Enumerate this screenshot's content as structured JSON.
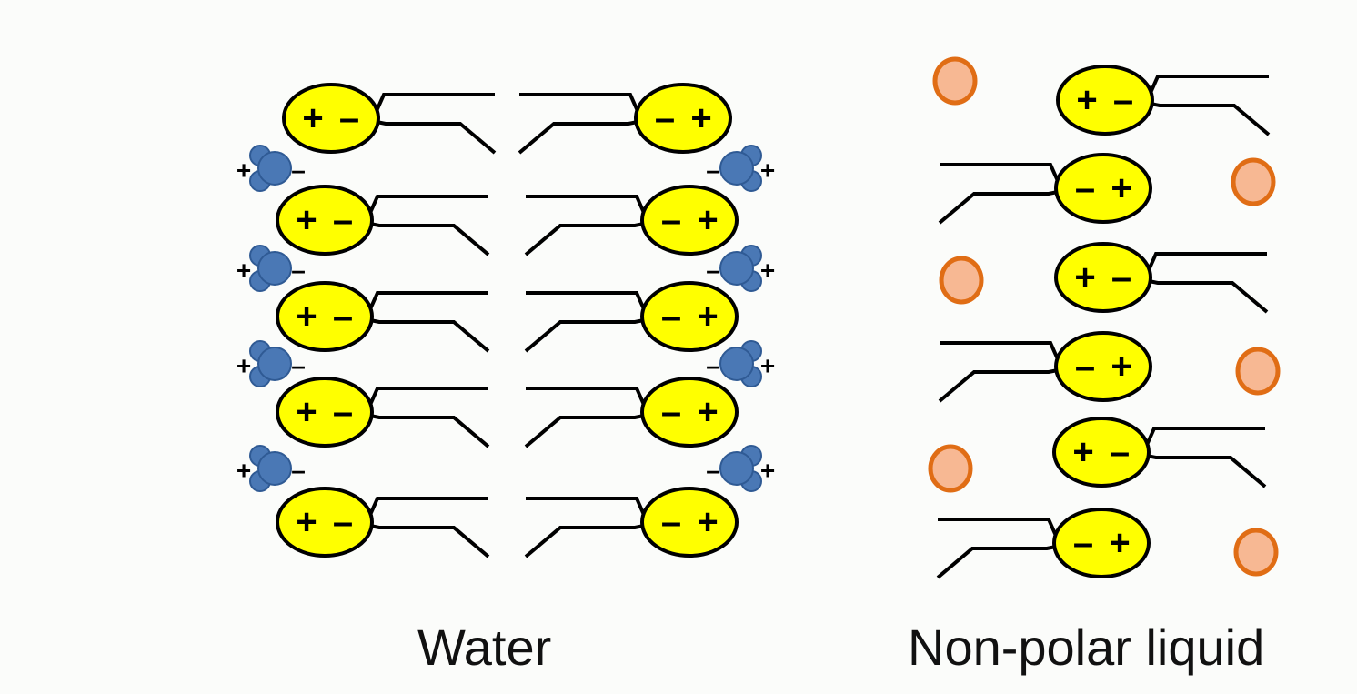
{
  "panels": {
    "water": {
      "caption": "Water"
    },
    "nonpolar": {
      "caption": "Non-polar liquid"
    }
  },
  "symbols": {
    "plus": "+",
    "minus": "–"
  },
  "colors": {
    "background": "#fbfcfa",
    "head_fill": "#ffff00",
    "head_stroke": "#000000",
    "water_molecule": "#4a78b5",
    "water_molecule_edge": "#2f5a94",
    "nonpolar_molecule_fill": "#f7b893",
    "nonpolar_molecule_stroke": "#e06d15"
  },
  "icons": {
    "amphiphile": "circle-head-with-two-tails",
    "water_molecule": "three-sphere-molecule",
    "nonpolar_molecule": "orange-circle"
  }
}
